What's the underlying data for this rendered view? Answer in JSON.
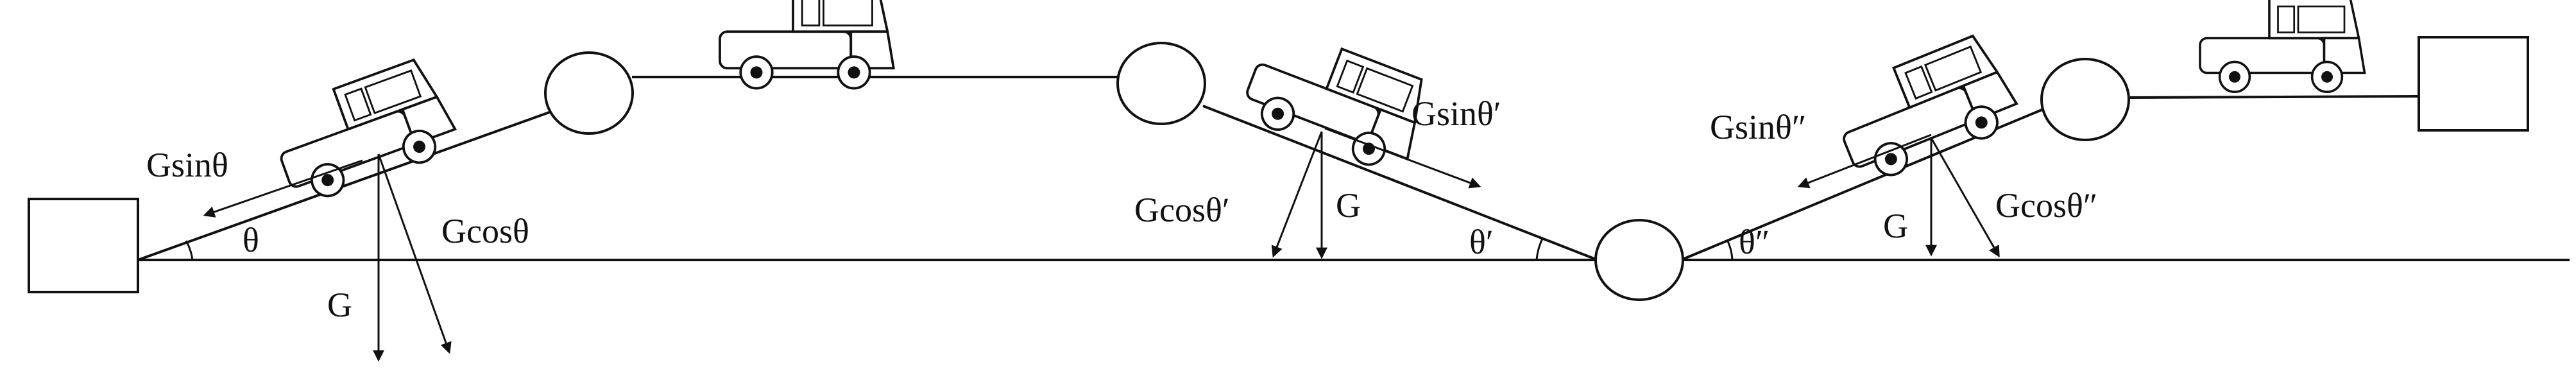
{
  "diagram": {
    "labels": {
      "left_force_parallel": "Gsinθ",
      "left_force_normal": "Gcosθ",
      "left_gravity": "G",
      "left_angle": "θ",
      "middle_force_parallel": "Gsinθ′",
      "middle_force_normal": "Gcosθ′",
      "middle_gravity": "G",
      "middle_angle": "θ′",
      "right_force_parallel": "Gsinθ″",
      "right_force_normal": "Gcosθ″",
      "right_gravity": "G",
      "right_angle": "θ″"
    },
    "colors": {
      "stroke": "#111111",
      "background": "#ffffff"
    }
  }
}
